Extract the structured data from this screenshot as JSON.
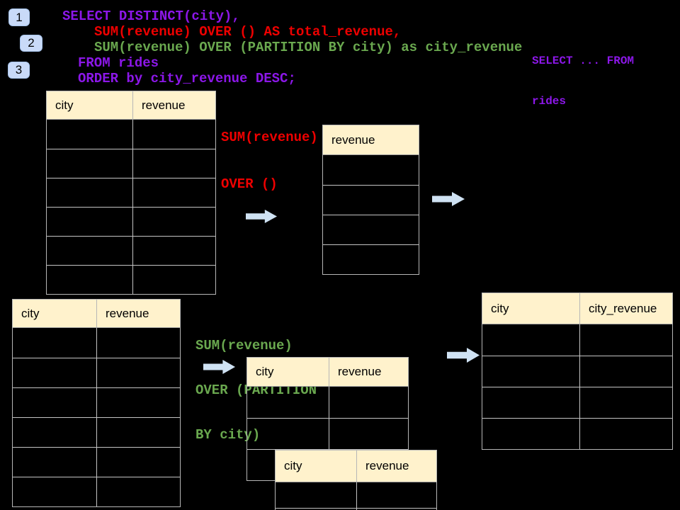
{
  "colors": {
    "background": "#000000",
    "code_purple": "#8C17E9",
    "code_red": "#EE0000",
    "code_green": "#6AA84F",
    "table_header_bg": "#FFF2CC",
    "table_border": "#B7B7B7",
    "arrow_fill": "#CFE2F3",
    "badge_bg": "#C9DAF8"
  },
  "badges": [
    {
      "label": "1"
    },
    {
      "label": "2"
    },
    {
      "label": "3"
    }
  ],
  "code": {
    "line1": "SELECT DISTINCT(city),",
    "line2": "SUM(revenue) OVER () AS total_revenue,",
    "line3": "SUM(revenue) OVER (PARTITION BY city) as city_revenue",
    "line4": "FROM rides",
    "line5": "ORDER by city_revenue DESC;"
  },
  "corner_note": {
    "line1": "SELECT ... FROM",
    "line2": "rides"
  },
  "annotation_total": {
    "line1": "SUM(revenue)",
    "line2": "OVER ()"
  },
  "annotation_partition": {
    "line1": "SUM(revenue)",
    "line2": "OVER (PARTITION",
    "line3": "BY city)"
  },
  "tables": {
    "source_top": {
      "headers": [
        "city",
        "revenue"
      ],
      "row_count": 6
    },
    "total_revenue_result": {
      "headers": [
        "revenue"
      ],
      "row_count": 4
    },
    "source_bottom": {
      "headers": [
        "city",
        "revenue"
      ],
      "row_count": 6
    },
    "partition_step": {
      "headers": [
        "city",
        "revenue"
      ],
      "row_count": 3
    },
    "partition_overlay": {
      "headers": [
        "city",
        "revenue"
      ],
      "row_count": 2
    },
    "city_revenue_result": {
      "headers": [
        "city",
        "city_revenue"
      ],
      "row_count": 4
    }
  }
}
